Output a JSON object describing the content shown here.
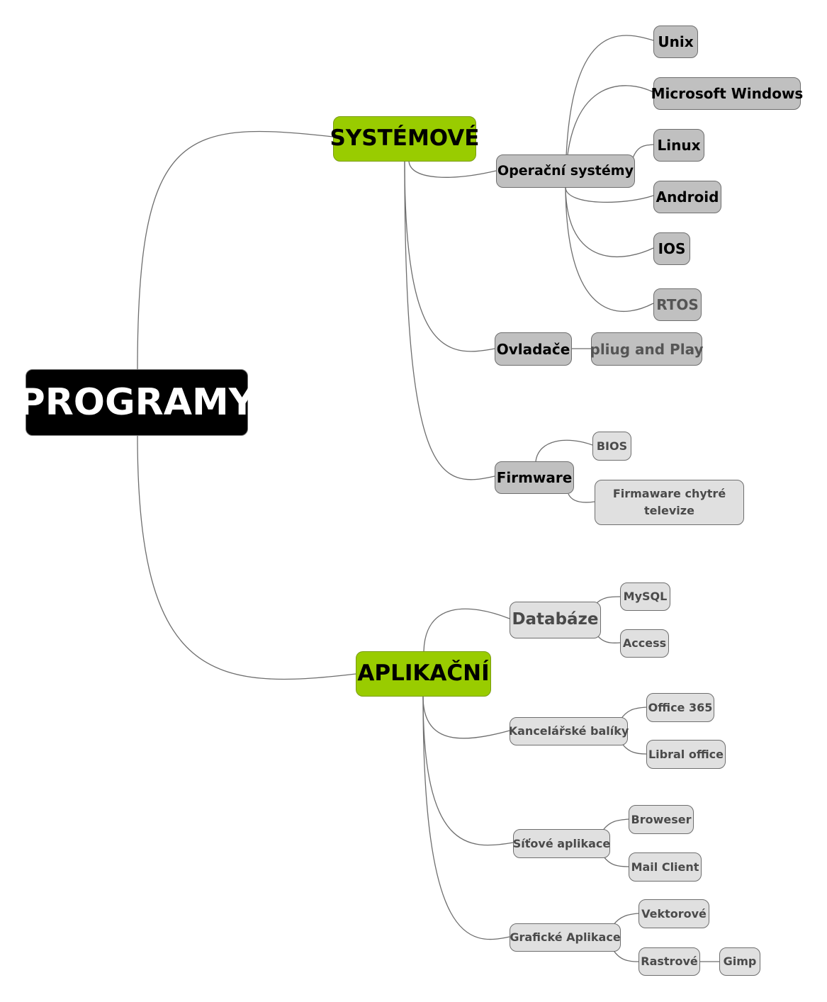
{
  "root": {
    "label": "PROGRAMY"
  },
  "systemove": {
    "label": "SYSTÉMOVÉ",
    "operacni": {
      "label": "Operační systémy",
      "items": [
        "Unix",
        "Microsoft Windows",
        "Linux",
        "Android",
        "IOS",
        "RTOS"
      ]
    },
    "ovladace": {
      "label": "Ovladače",
      "child": "pliug and Play"
    },
    "firmware": {
      "label": "Firmware",
      "children": [
        "BIOS",
        "Firmaware chytré televize"
      ]
    }
  },
  "aplikacni": {
    "label": "APLIKAČNÍ",
    "databaze": {
      "label": "Databáze",
      "children": [
        "MySQL",
        "Access"
      ]
    },
    "kancelarske": {
      "label": "Kancelářské balíky",
      "children": [
        "Office 365",
        "Libral office"
      ]
    },
    "sitove": {
      "label": "Síťové aplikace",
      "children": [
        "Broweser",
        "Mail Client"
      ]
    },
    "graficke": {
      "label": "Grafické Aplikace",
      "children": [
        "Vektorové",
        "Rastrové"
      ],
      "rastrove_child": "Gimp"
    }
  }
}
